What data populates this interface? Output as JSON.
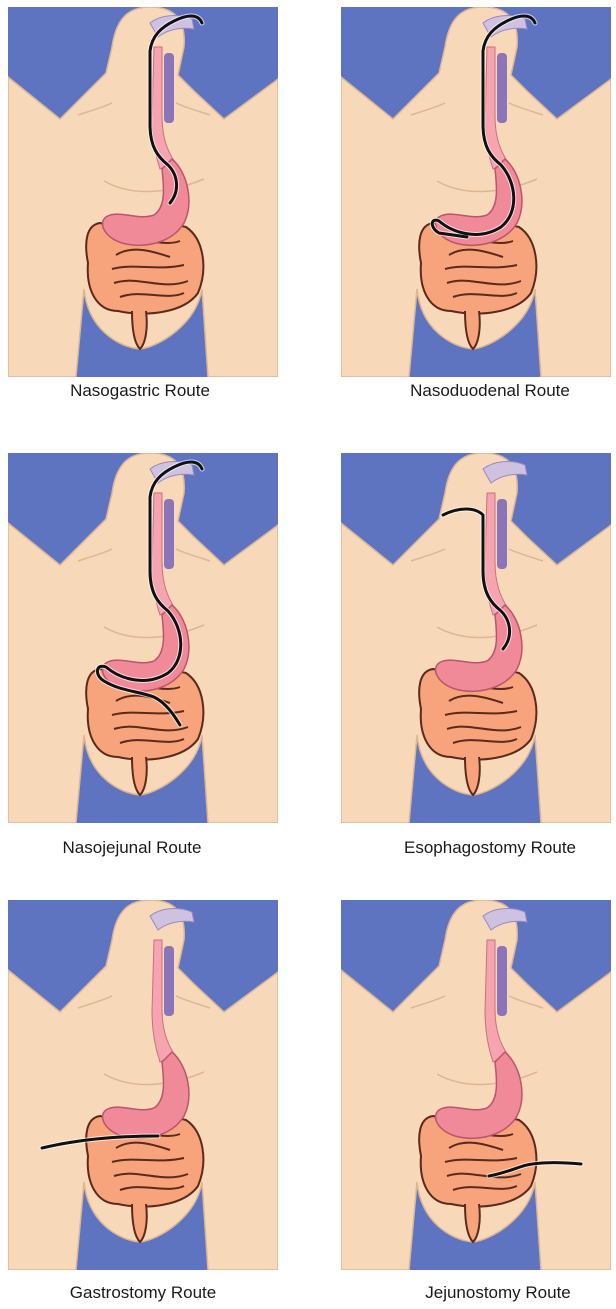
{
  "colors": {
    "background": "#5f74c1",
    "skin": "#f7d8b9",
    "skin_outline": "#ddb694",
    "stomach": "#f08a98",
    "esophagus": "#f5a4b0",
    "intestine": "#f7a37c",
    "trachea": "#8b75b9",
    "nasal": "#cfc2e0",
    "tube": "#111111"
  },
  "panels": [
    {
      "caption": "Nasogastric Route",
      "route": "nasogastric"
    },
    {
      "caption": "Nasoduodenal Route",
      "route": "nasoduodenal"
    },
    {
      "caption": "Nasojejunal Route",
      "route": "nasojejunal"
    },
    {
      "caption": "Esophagostomy Route",
      "route": "esophagostomy"
    },
    {
      "caption": "Gastrostomy Route",
      "route": "gastrostomy"
    },
    {
      "caption": "Jejunostomy Route",
      "route": "jejunostomy"
    }
  ]
}
